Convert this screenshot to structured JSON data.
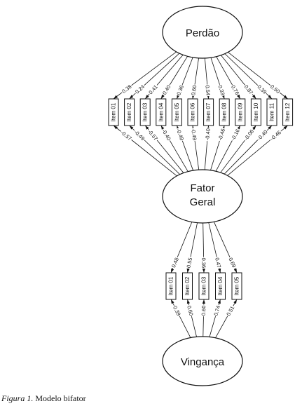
{
  "factors": {
    "perdao": [
      "Perdão"
    ],
    "geral": [
      "Fator",
      "Geral"
    ],
    "vinganca": [
      "Vingança"
    ]
  },
  "perdao_items": [
    {
      "label": "Item 01",
      "specific": "0.38",
      "general": "-0.57"
    },
    {
      "label": "Item 02",
      "specific": "0.24",
      "general": "-0.49"
    },
    {
      "label": "Item 03",
      "specific": "0.41",
      "general": "-0.57"
    },
    {
      "label": "Item 04",
      "specific": "0.40",
      "general": "-0.40"
    },
    {
      "label": "Item 05",
      "specific": "0.36",
      "general": "-0.49"
    },
    {
      "label": "Item 06",
      "specific": "0.60",
      "general": "-0.49"
    },
    {
      "label": "Item 07",
      "specific": "0.54",
      "general": "-0.40"
    },
    {
      "label": "Item 08",
      "specific": "0.33",
      "general": "-0.46"
    },
    {
      "label": "Item 09",
      "specific": "0.76",
      "general": "-0.16"
    },
    {
      "label": "Item 10",
      "specific": "0.87",
      "general": "-0.06"
    },
    {
      "label": "Item 11",
      "specific": "0.39",
      "general": "-0.40"
    },
    {
      "label": "Item 12",
      "specific": "0.50",
      "general": "-0.46"
    }
  ],
  "vinganca_items": [
    {
      "label": "Item 01",
      "general": "0.48",
      "specific": "0.39"
    },
    {
      "label": "Item 02",
      "general": "0.55",
      "specific": "0.60"
    },
    {
      "label": "Item 03",
      "general": "0.36",
      "specific": "0.60"
    },
    {
      "label": "Item 04",
      "general": "0.47",
      "specific": "0.74"
    },
    {
      "label": "Item 05",
      "general": "0.69",
      "specific": "0.51"
    }
  ],
  "caption": {
    "figure": "Figura 1.",
    "text": " Modelo bifator"
  }
}
